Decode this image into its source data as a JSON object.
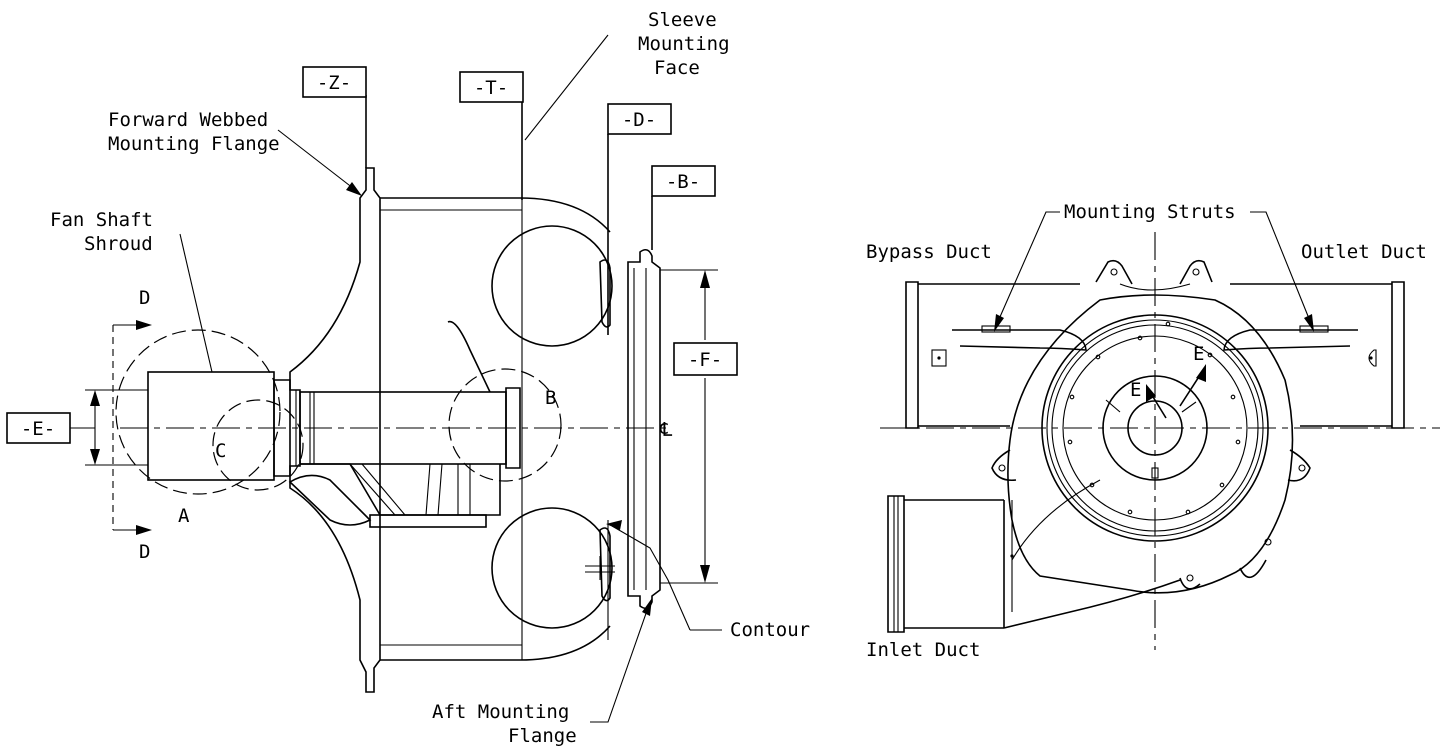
{
  "datums": {
    "z": "-Z-",
    "t": "-T-",
    "d": "-D-",
    "b": "-B-",
    "f": "-F-",
    "e": "-E-"
  },
  "labels": {
    "sleeve_1": "Sleeve",
    "sleeve_2": "Mounting",
    "sleeve_3": "Face",
    "fwd_1": "Forward Webbed",
    "fwd_2": "Mounting Flange",
    "fan_1": "Fan Shaft",
    "fan_2": "Shroud",
    "contour": "Contour",
    "aft_1": "Aft Mounting",
    "aft_2": "Flange",
    "mounting_struts": "Mounting Struts",
    "bypass_duct": "Bypass Duct",
    "outlet_duct": "Outlet Duct",
    "inlet_duct": "Inlet Duct"
  },
  "section_letters": {
    "d_top": "D",
    "d_bottom": "D",
    "a": "A",
    "b": "B",
    "c": "C",
    "e_left": "E",
    "e_right": "E",
    "centerline": "℄"
  }
}
